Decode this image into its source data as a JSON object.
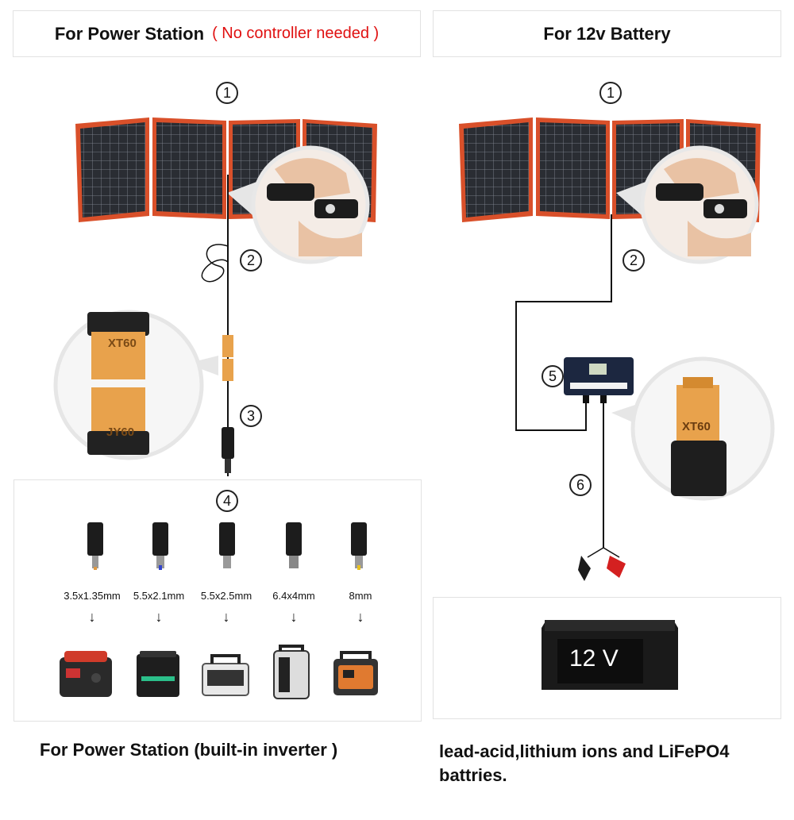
{
  "left": {
    "header_title": "For Power Station",
    "header_note": "( No controller needed )",
    "step1": "1",
    "step2": "2",
    "step3": "3",
    "step4": "4",
    "connector_top": "XT60",
    "connector_bottom": "JY60",
    "tips": [
      "3.5x1.35mm",
      "5.5x2.1mm",
      "5.5x2.5mm",
      "6.4x4mm",
      "8mm"
    ],
    "arrow": "↓",
    "caption": "For Power Station (built-in inverter )"
  },
  "right": {
    "header_title": "For 12v Battery",
    "step1": "1",
    "step2": "2",
    "step5": "5",
    "step6": "6",
    "connector": "XT60",
    "battery_label": "12 V",
    "caption": "lead-acid,lithium ions and LiFePO4 battries."
  },
  "colors": {
    "note_red": "#e01010",
    "panel_frame": "#d9502a",
    "xt60_yellow": "#e8a24c"
  }
}
